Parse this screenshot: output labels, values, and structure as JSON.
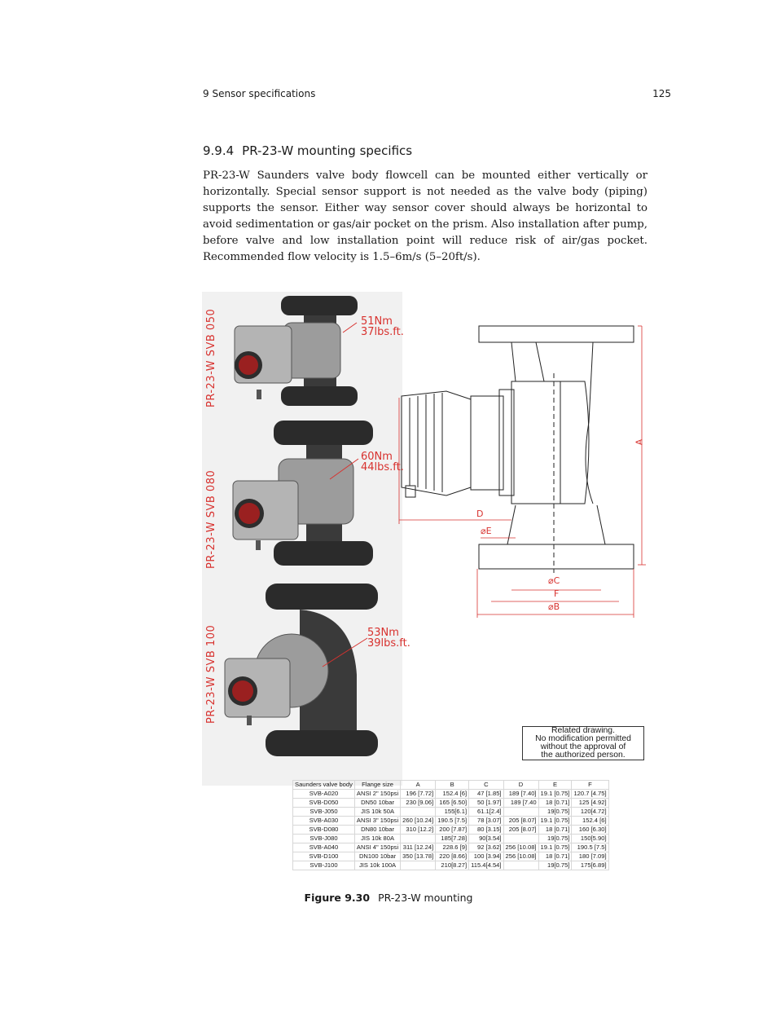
{
  "header": {
    "left": "9 Sensor specifications",
    "right": "125"
  },
  "section": {
    "number": "9.9.4",
    "title": "PR-23-W mounting specifics"
  },
  "paragraph": "PR-23-W Saunders valve body flowcell can be mounted either vertically or horizontally. Special sensor support is not needed as the valve body (piping) supports the sensor. Either way sensor cover should always be horizontal to avoid sedimentation or gas/air pocket on the prism. Also installation after pump, before valve and low installation point will reduce risk of air/gas pocket. Recommended flow velocity is 1.5–6m/s (5–20ft/s).",
  "figure": {
    "labels": [
      "PR-23-W SVB 050",
      "PR-23-W SVB 080",
      "PR-23-W SVB 100"
    ],
    "torques": [
      {
        "nm": "51Nm",
        "lbs": "37lbs.ft."
      },
      {
        "nm": "60Nm",
        "lbs": "44lbs.ft."
      },
      {
        "nm": "53Nm",
        "lbs": "39lbs.ft."
      }
    ],
    "dims": {
      "a": "A",
      "d": "D",
      "e": "⌀E",
      "c": "⌀C",
      "f": "F",
      "b": "⌀B"
    },
    "notice": [
      "Related drawing.",
      "No modification permitted",
      "without the approval of",
      "the authorized person."
    ],
    "colors": {
      "red": "#d8322f",
      "body": "#2b2b2b",
      "metal": "#a8a8a8"
    }
  },
  "table": {
    "headers": [
      "Saunders valve body",
      "Flange size",
      "A",
      "B",
      "C",
      "D",
      "E",
      "F"
    ],
    "rows": [
      [
        "SVB-A020",
        "ANSI  2\" 150psi",
        "196 [7.72]",
        "152.4 [6]",
        "47 [1.85]",
        "189 [7.40]",
        "19.1 [0.75]",
        "120.7 [4.75]"
      ],
      [
        "SVB-D050",
        "DN50 10bar",
        "230 [9.06]",
        "165 [6.50]",
        "50 [1.97]",
        "189 [7.40",
        "18 [0.71]",
        "125 [4.92]"
      ],
      [
        "SVB-J050",
        "JIS 10k 50A",
        "",
        "155[6.1]",
        "61.1[2.4]",
        "",
        "19[0.75]",
        "120[4.72]"
      ],
      [
        "SVB-A030",
        "ANSI  3\" 150psi",
        "260 [10.24]",
        "190.5 [7.5]",
        "78 [3.07]",
        "205 [8.07]",
        "19.1 [0.75]",
        "152.4 [6]"
      ],
      [
        "SVB-D080",
        "DN80 10bar",
        "310 [12.2]",
        "200 [7.87]",
        "80 [3.15]",
        "205 [8.07]",
        "18 [0.71]",
        "160 [6.30]"
      ],
      [
        "SVB-J080",
        "JIS 10k 80A",
        "",
        "185[7.28]",
        "90[3.54]",
        "",
        "19[0.75]",
        "150[5.90]"
      ],
      [
        "SVB-A040",
        "ANSI  4\" 150psi",
        "311 [12.24]",
        "228.6 [9]",
        "92 [3.62]",
        "256 [10.08]",
        "19.1 [0.75]",
        "190.5 [7.5]"
      ],
      [
        "SVB-D100",
        "DN100 10bar",
        "350 [13.78]",
        "220 [8.66]",
        "100 [3.94]",
        "256 [10.08]",
        "18 [0.71]",
        "180 [7.09]"
      ],
      [
        "SVB-J100",
        "JIS 10k 100A",
        "",
        "210[8.27]",
        "115.4[4.54]",
        "",
        "19[0.75]",
        "175[6.89]"
      ]
    ]
  },
  "caption": {
    "label": "Figure 9.30",
    "text": "PR-23-W mounting"
  }
}
